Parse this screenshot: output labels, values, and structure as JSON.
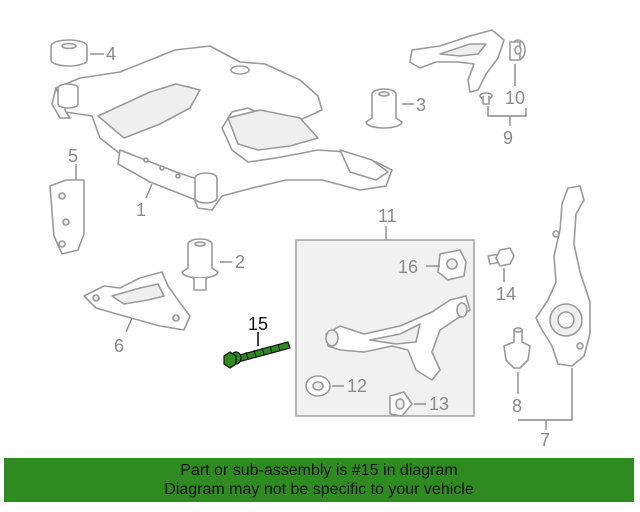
{
  "diagram": {
    "callouts": {
      "c1": "1",
      "c2": "2",
      "c3": "3",
      "c4": "4",
      "c5": "5",
      "c6": "6",
      "c7": "7",
      "c8": "8",
      "c9": "9",
      "c10": "10",
      "c11": "11",
      "c12": "12",
      "c13": "13",
      "c14": "14",
      "c15": "15",
      "c16": "16"
    },
    "highlight_part": "15",
    "highlight_color": "#2e8b1f"
  },
  "banner": {
    "line1": "Part or sub-assembly is #15 in diagram",
    "line2": "Diagram may not be specific to your vehicle",
    "background": "#2e8b1f"
  }
}
